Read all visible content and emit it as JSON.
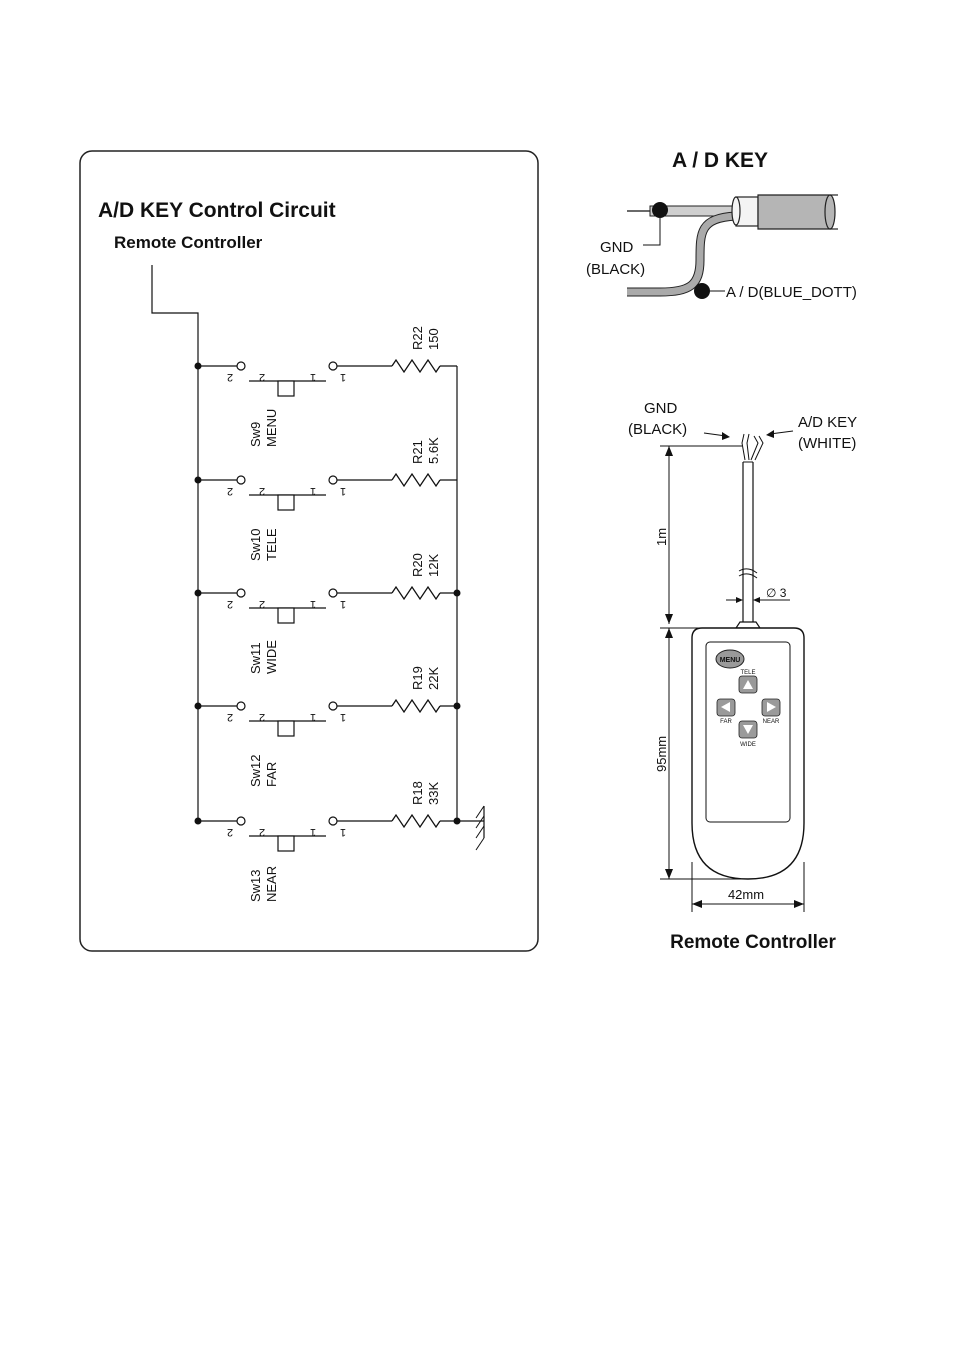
{
  "circuit": {
    "title": "A/D KEY Control Circuit",
    "subtitle": "Remote Controller",
    "switches": [
      {
        "sw": "Sw9",
        "name": "MENU",
        "res": "R22",
        "val": "150"
      },
      {
        "sw": "Sw10",
        "name": "TELE",
        "res": "R21",
        "val": "5.6K"
      },
      {
        "sw": "Sw11",
        "name": "WIDE",
        "res": "R20",
        "val": "12K"
      },
      {
        "sw": "Sw12",
        "name": "FAR",
        "res": "R19",
        "val": "22K"
      },
      {
        "sw": "Sw13",
        "name": "NEAR",
        "res": "R18",
        "val": "33K"
      }
    ],
    "pin_labels": {
      "pin1": "1",
      "pin2": "2"
    }
  },
  "cable": {
    "title": "A / D KEY",
    "gnd": "GND",
    "gnd_color": "(BLACK)",
    "ad": "A / D(BLUE_DOTT)"
  },
  "remote": {
    "gnd": "GND",
    "gnd_color": "(BLACK)",
    "ad": "A/D KEY",
    "ad_color": "(WHITE)",
    "length": "1m",
    "diameter": "∅ 3",
    "height": "95mm",
    "width": "42mm",
    "buttons": {
      "menu": "MENU",
      "tele": "TELE",
      "wide": "WIDE",
      "far": "FAR",
      "near": "NEAR"
    },
    "caption": "Remote Controller"
  }
}
